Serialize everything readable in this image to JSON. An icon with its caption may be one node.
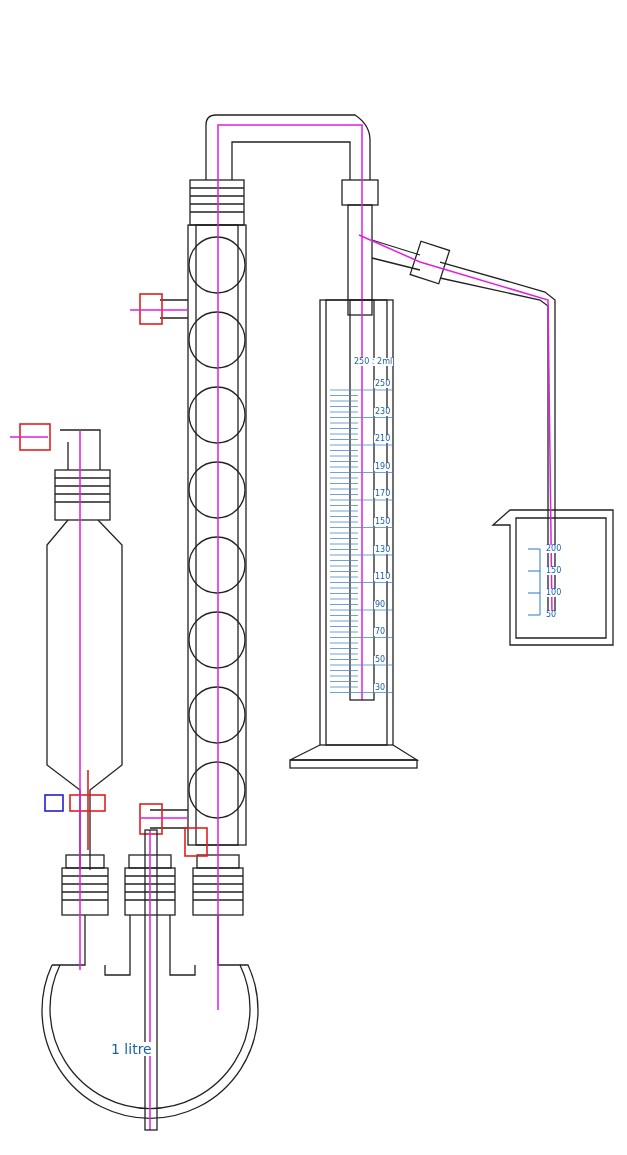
{
  "diagram": {
    "labels": [
      "250 : 2ml",
      "250",
      "230",
      "210",
      "190",
      "170",
      "150",
      "130",
      "110",
      "90",
      "70",
      "50",
      "30",
      "200",
      "150",
      "100",
      "50",
      "1 litre"
    ]
  }
}
